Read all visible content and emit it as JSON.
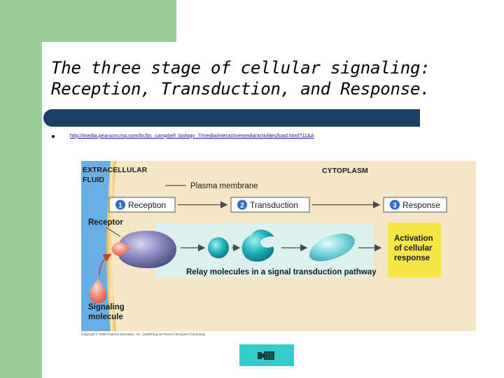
{
  "slide": {
    "title_line1": "The three stage of cellular signaling:",
    "title_line2": "Reception, Transduction, and Response.",
    "link_text": "http://media.pearsoncmg.com/bc/bc_campbell_biology_7/media/interactivemedia/activities/load.html?11&A"
  },
  "figure": {
    "extracellular_line1": "EXTRACELLULAR",
    "extracellular_line2": "FLUID",
    "cytoplasm": "CYTOPLASM",
    "plasma_membrane": "Plasma membrane",
    "stages": [
      {
        "number": "1",
        "label": "Reception"
      },
      {
        "number": "2",
        "label": "Transduction"
      },
      {
        "number": "3",
        "label": "Response"
      }
    ],
    "receptor": "Receptor",
    "relay_caption": "Relay molecules in a signal transduction pathway",
    "activation_line1": "Activation",
    "activation_line2": "of cellular",
    "activation_line3": "response",
    "signaling_line1": "Signaling",
    "signaling_line2": "molecule",
    "copyright": "Copyright © 2005 Pearson Education, Inc., publishing as Pearson Benjamin Cummings."
  },
  "colors": {
    "green_band": "#99cc99",
    "title_rule": "#1c3f66",
    "extracellular_blue": "#6aaee6",
    "cytoplasm_tan": "#f4e6c6",
    "relay_band": "#dcf0ee",
    "stage_circle": "#2a6fc9",
    "activation_yellow": "#f7e64a",
    "media_button": "#33cccc"
  },
  "icons": {
    "media_button": "film-camera-icon"
  }
}
